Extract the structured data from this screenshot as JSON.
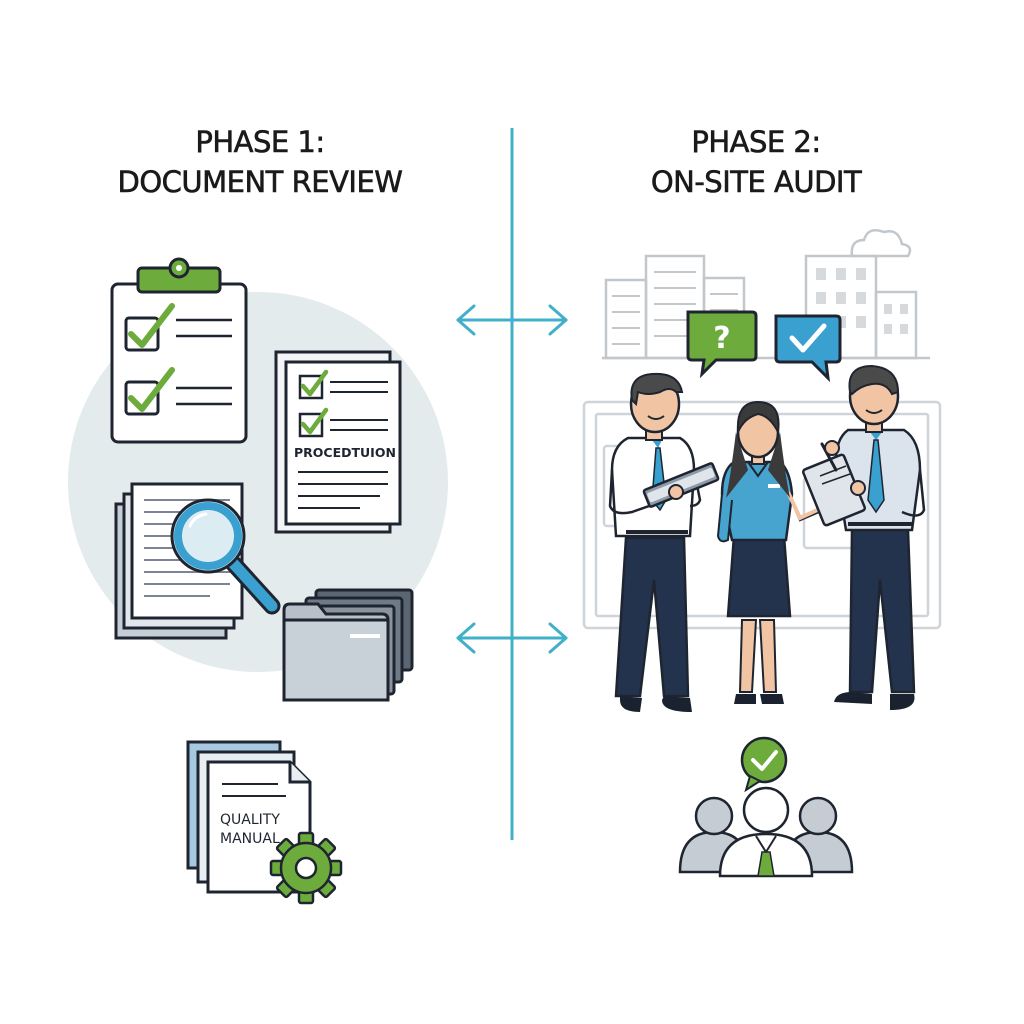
{
  "phases": [
    {
      "title_line1": "PHASE 1:",
      "title_line2": "DOCUMENT REVIEW"
    },
    {
      "title_line1": "PHASE 2:",
      "title_line2": "ON-SITE AUDIT"
    }
  ],
  "labels": {
    "procedure_doc": "PROCEDTUION",
    "manual_line1": "QUALITY",
    "manual_line2": "MANUAL"
  },
  "bubbles": {
    "question": "?"
  },
  "colors": {
    "divider": "#3fb0c8",
    "accent_green": "#6cab3c",
    "accent_blue": "#3aa0cf",
    "navy": "#23334d",
    "outline": "#1f2530",
    "backdrop_circle": "#e4ebec"
  }
}
